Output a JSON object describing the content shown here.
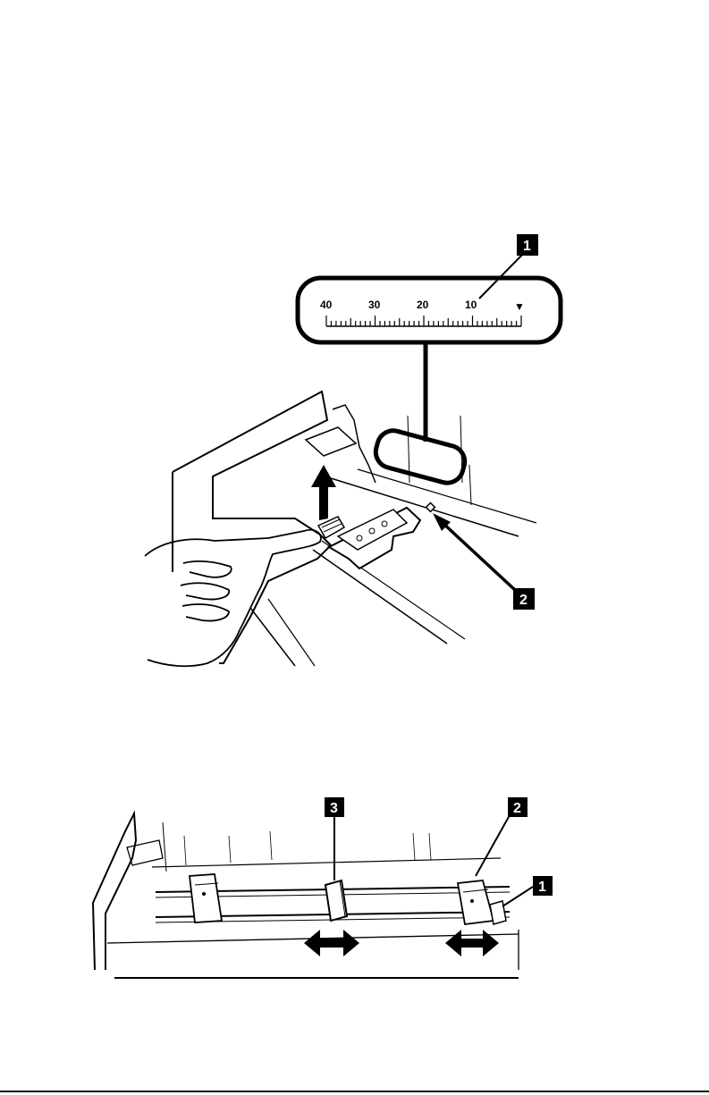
{
  "figure_top": {
    "scale_labels": [
      "40",
      "30",
      "20",
      "10"
    ],
    "scale_marker": "▼",
    "callouts": [
      "1",
      "2"
    ]
  },
  "figure_bottom": {
    "callouts": [
      "3",
      "2",
      "1"
    ]
  },
  "colors": {
    "ink": "#000000",
    "paper": "#ffffff"
  }
}
